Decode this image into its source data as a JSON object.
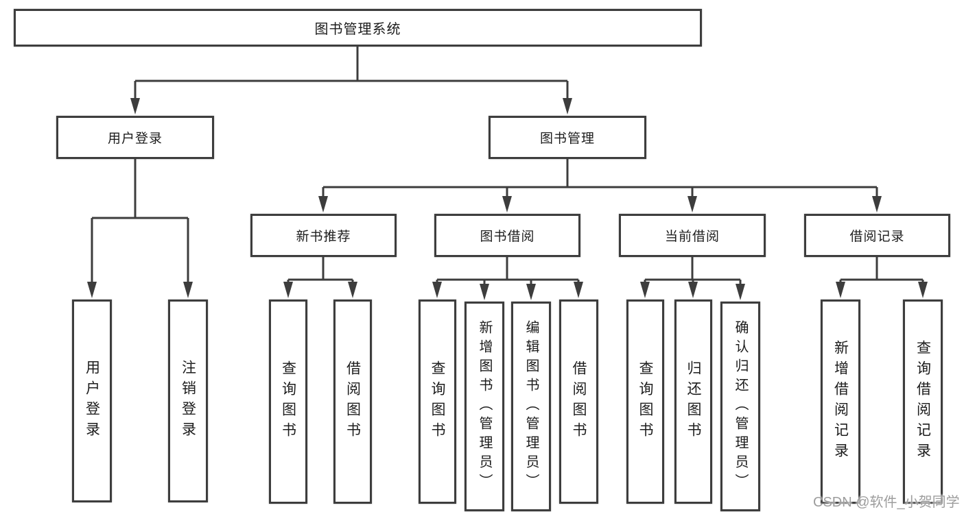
{
  "nodes": {
    "root": "图书管理系统",
    "user_login": "用户登录",
    "book_management": "图书管理",
    "login": "用户登录",
    "logout": "注销登录",
    "new_book_recommend": "新书推荐",
    "book_borrowing": "图书借阅",
    "current_borrowing": "当前借阅",
    "borrowing_records": "借阅记录",
    "nb_query_books": "查询图书",
    "nb_borrow_books": "借阅图书",
    "bb_query_books": "查询图书",
    "bb_add_books_admin": "新增图书（管理员）",
    "bb_edit_books_admin": "编辑图书（管理员）",
    "bb_borrow_books": "借阅图书",
    "cb_query_books": "查询图书",
    "cb_return_books": "归还图书",
    "cb_confirm_return_admin": "确认归还（管理员）",
    "br_add_record": "新增借阅记录",
    "br_query_record": "查询借阅记录"
  },
  "hierarchy": {
    "图书管理系统": {
      "用户登录": [
        "用户登录",
        "注销登录"
      ],
      "图书管理": {
        "新书推荐": [
          "查询图书",
          "借阅图书"
        ],
        "图书借阅": [
          "查询图书",
          "新增图书（管理员）",
          "编辑图书（管理员）",
          "借阅图书"
        ],
        "当前借阅": [
          "查询图书",
          "归还图书",
          "确认归还（管理员）"
        ],
        "借阅记录": [
          "新增借阅记录",
          "查询借阅记录"
        ]
      }
    }
  },
  "watermark": "CSDN @软件_小贺同学",
  "colors": {
    "border": "#3d3d3d",
    "line": "#3d3d3d",
    "text": "#1c1c1c",
    "watermark": "#9d9d9d",
    "background": "#ffffff"
  }
}
